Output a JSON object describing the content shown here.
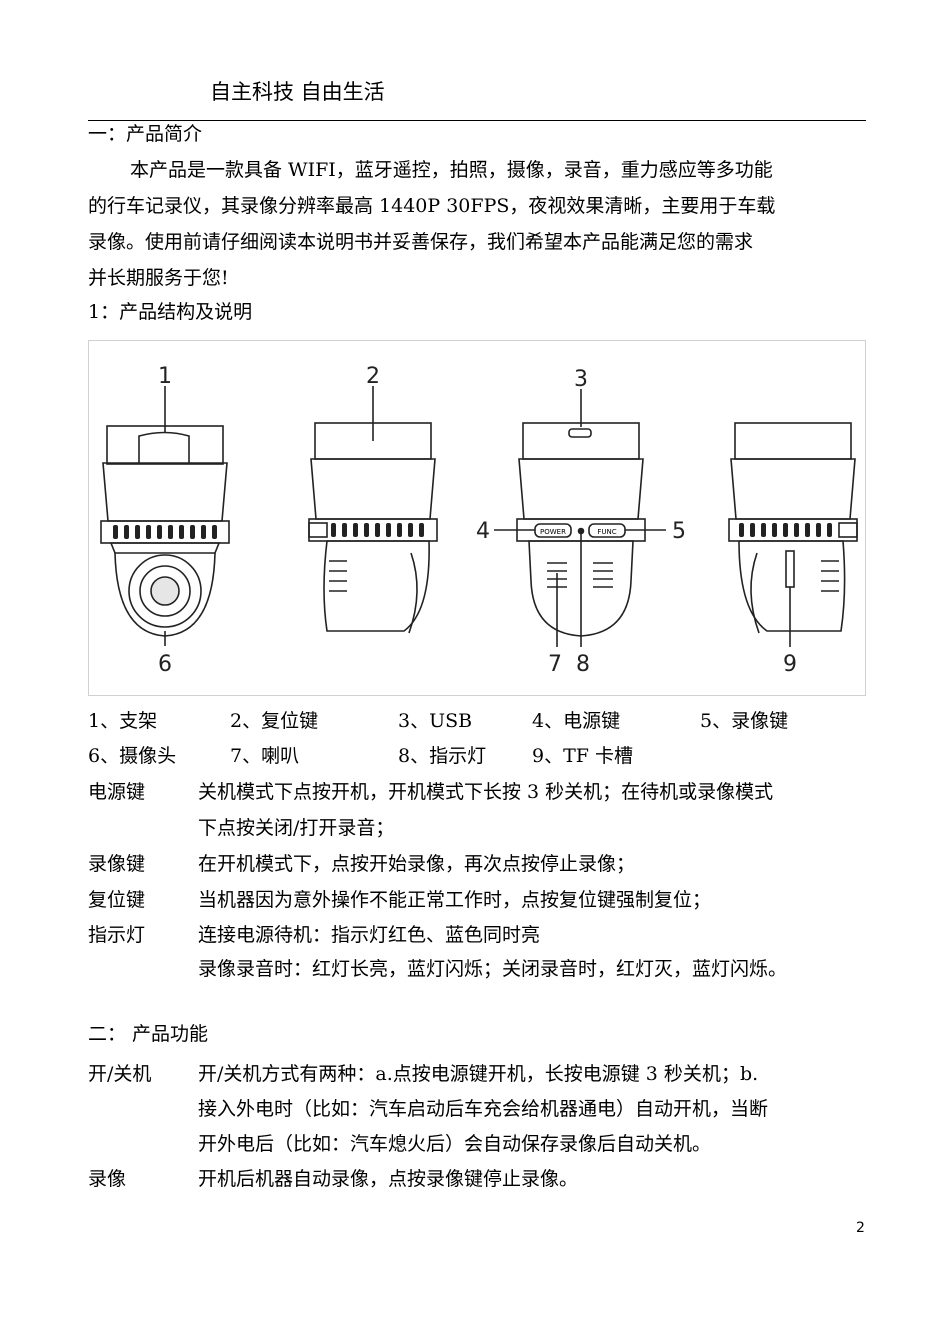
{
  "header": {
    "slogan": "自主科技  自由生活"
  },
  "section1": {
    "heading": "一：产品简介",
    "intro_lines": [
      "本产品是一款具备 WIFI，蓝牙遥控，拍照，摄像，录音，重力感应等多功能",
      "的行车记录仪，其录像分辨率最高 1440P 30FPS，夜视效果清晰，主要用于车载",
      "录像。使用前请仔细阅读本说明书并妥善保存，我们希望本产品能满足您的需求",
      "并长期服务于您!"
    ],
    "subheading": "1：产品结构及说明"
  },
  "figure": {
    "callouts": [
      "1",
      "2",
      "3",
      "4",
      "5",
      "6",
      "7",
      "8",
      "9"
    ],
    "buttons": [
      "POWER",
      "FUNC"
    ]
  },
  "parts": [
    "1、支架",
    "2、复位键",
    "3、USB",
    "4、电源键",
    "5、录像键",
    "6、摄像头",
    "7、喇叭",
    "8、指示灯",
    "9、TF 卡槽"
  ],
  "descriptions": [
    {
      "term": "电源键",
      "lines": [
        "关机模式下点按开机，开机模式下长按 3 秒关机；在待机或录像模式",
        "下点按关闭/打开录音；"
      ]
    },
    {
      "term": "录像键",
      "lines": [
        "在开机模式下，点按开始录像，再次点按停止录像；"
      ]
    },
    {
      "term": "复位键",
      "lines": [
        "当机器因为意外操作不能正常工作时，点按复位键强制复位；"
      ]
    },
    {
      "term": "指示灯",
      "lines": [
        "连接电源待机：指示灯红色、蓝色同时亮",
        "录像录音时：红灯长亮，蓝灯闪烁；关闭录音时，红灯灭，蓝灯闪烁。"
      ]
    }
  ],
  "section2": {
    "heading": "二：  产品功能",
    "items": [
      {
        "term": "开/关机",
        "lines": [
          " 开/关机方式有两种：a.点按电源键开机，长按电源键 3 秒关机；b.",
          "接入外电时（比如：汽车启动后车充会给机器通电）自动开机，当断",
          "开外电后（比如：汽车熄火后）会自动保存录像后自动关机。"
        ]
      },
      {
        "term": "录像",
        "lines": [
          "开机后机器自动录像，点按录像键停止录像。"
        ]
      }
    ]
  },
  "footer": {
    "page_number": "2"
  }
}
